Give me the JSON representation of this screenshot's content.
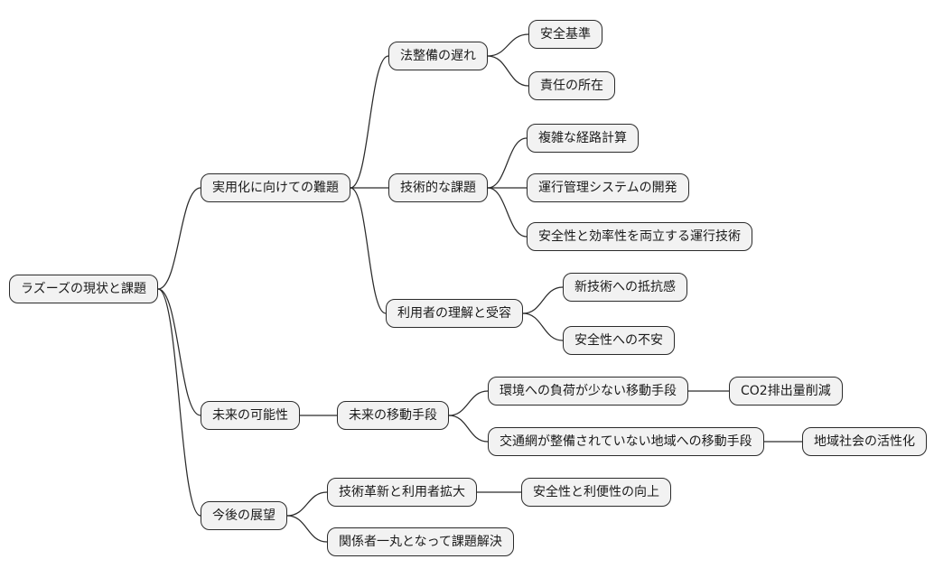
{
  "diagram": {
    "type": "mindmap",
    "background_color": "#ffffff",
    "node_fill_color": "#f2f2f2",
    "node_border_color": "#2b2b2b",
    "edge_color": "#2b2b2b",
    "root": {
      "id": "root",
      "label": "ラズーズの現状と課題",
      "children": [
        {
          "id": "n1",
          "label": "実用化に向けての難題",
          "children": [
            {
              "id": "n1a",
              "label": "法整備の遅れ",
              "children": [
                {
                  "id": "n1a1",
                  "label": "安全基準",
                  "children": []
                },
                {
                  "id": "n1a2",
                  "label": "責任の所在",
                  "children": []
                }
              ]
            },
            {
              "id": "n1b",
              "label": "技術的な課題",
              "children": [
                {
                  "id": "n1b1",
                  "label": "複雑な経路計算",
                  "children": []
                },
                {
                  "id": "n1b2",
                  "label": "運行管理システムの開発",
                  "children": []
                },
                {
                  "id": "n1b3",
                  "label": "安全性と効率性を両立する運行技術",
                  "children": []
                }
              ]
            },
            {
              "id": "n1c",
              "label": "利用者の理解と受容",
              "children": [
                {
                  "id": "n1c1",
                  "label": "新技術への抵抗感",
                  "children": []
                },
                {
                  "id": "n1c2",
                  "label": "安全性への不安",
                  "children": []
                }
              ]
            }
          ]
        },
        {
          "id": "n2",
          "label": "未来の可能性",
          "children": [
            {
              "id": "n2a",
              "label": "未来の移動手段",
              "children": [
                {
                  "id": "n2a1",
                  "label": "環境への負荷が少ない移動手段",
                  "children": [
                    {
                      "id": "n2a1a",
                      "label": "CO2排出量削減",
                      "children": []
                    }
                  ]
                },
                {
                  "id": "n2a2",
                  "label": "交通網が整備されていない地域への移動手段",
                  "children": [
                    {
                      "id": "n2a2a",
                      "label": "地域社会の活性化",
                      "children": []
                    }
                  ]
                }
              ]
            }
          ]
        },
        {
          "id": "n3",
          "label": "今後の展望",
          "children": [
            {
              "id": "n3a",
              "label": "技術革新と利用者拡大",
              "children": [
                {
                  "id": "n3a1",
                  "label": "安全性と利便性の向上",
                  "children": []
                }
              ]
            },
            {
              "id": "n3b",
              "label": "関係者一丸となって課題解決",
              "children": []
            }
          ]
        }
      ]
    }
  }
}
